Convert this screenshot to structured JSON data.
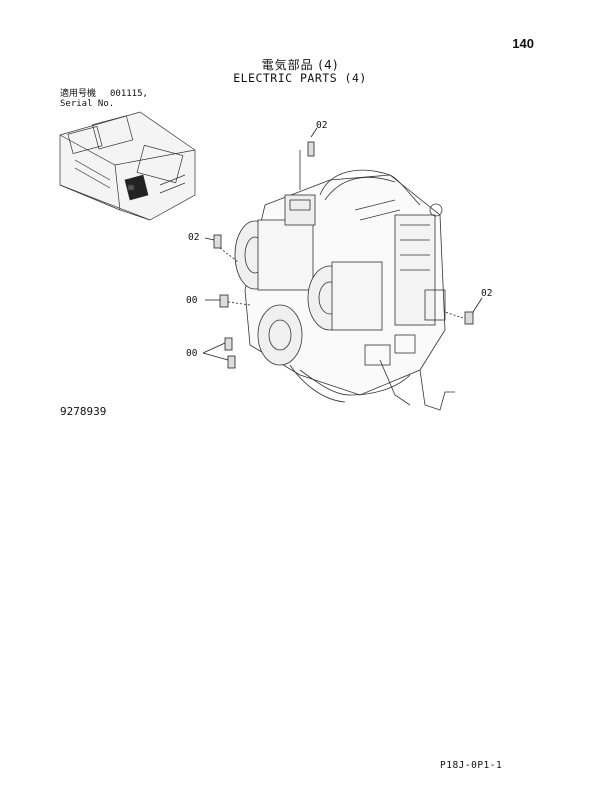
{
  "page_number": "140",
  "title_jp": "電気部品 (4)",
  "title_en": "ELECTRIC PARTS (4)",
  "serial": {
    "label_jp": "適用号機",
    "label_en": "Serial No.",
    "value": "001115,"
  },
  "callouts": [
    "02",
    "02",
    "02",
    "00",
    "00"
  ],
  "figure_number": "9278939",
  "footer_code": "P18J-0P1-1"
}
